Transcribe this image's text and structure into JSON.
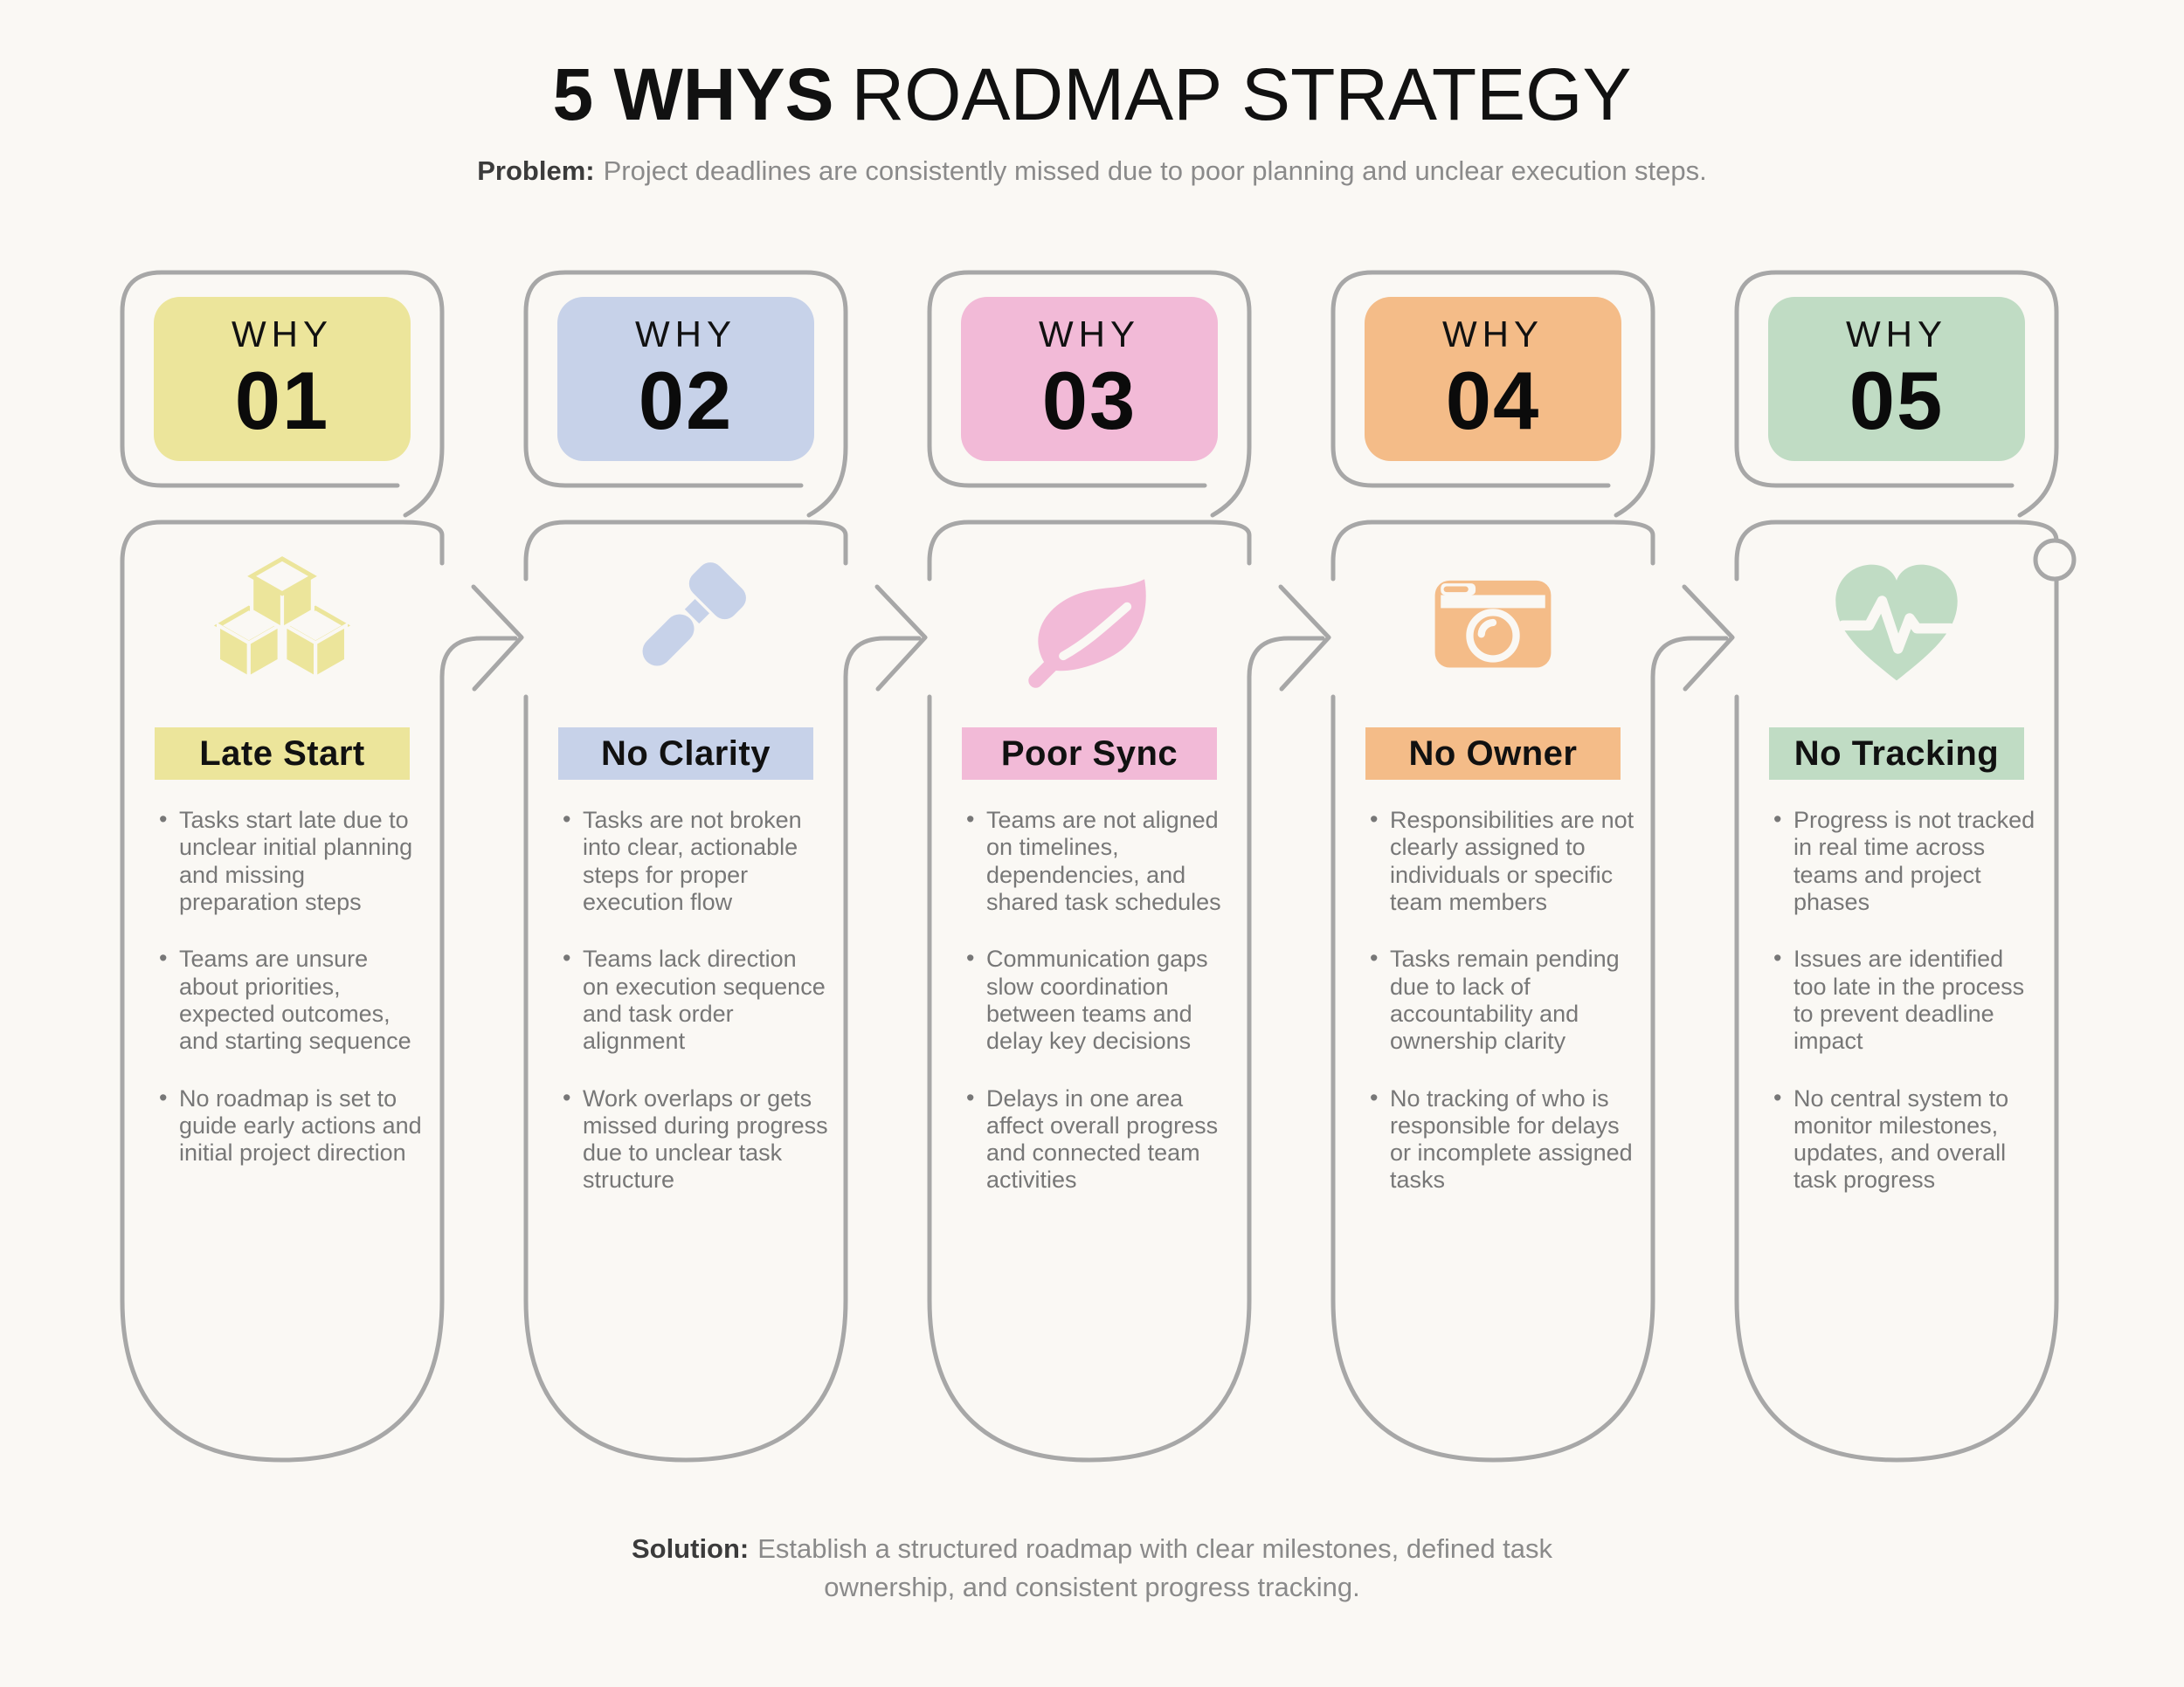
{
  "header": {
    "title_bold": "5 WHYS",
    "title_rest": "ROADMAP STRATEGY",
    "problem_label": "Problem:",
    "problem_text": "Project deadlines are consistently missed due to poor planning and unclear execution steps."
  },
  "footer": {
    "solution_label": "Solution:",
    "solution_text": "Establish a structured roadmap with clear milestones, defined task ownership, and consistent progress tracking."
  },
  "columns": [
    {
      "why_label": "WHY",
      "why_number": "01",
      "title": "Late Start",
      "icon": "cubes-icon",
      "color": "#ECE59B",
      "bullets": [
        "Tasks start late due to unclear initial planning and missing preparation steps",
        "Teams are unsure about priorities, expected outcomes, and starting sequence",
        "No roadmap is set to guide early actions and initial project direction"
      ]
    },
    {
      "why_label": "WHY",
      "why_number": "02",
      "title": "No Clarity",
      "icon": "gavel-icon",
      "color": "#C7D2E9",
      "bullets": [
        "Tasks are not broken into clear, actionable steps for proper execution flow",
        "Teams lack direction on execution sequence and task order alignment",
        "Work overlaps or gets missed during progress due to unclear task structure"
      ]
    },
    {
      "why_label": "WHY",
      "why_number": "03",
      "title": "Poor Sync",
      "icon": "leaf-icon",
      "color": "#F2BAD7",
      "bullets": [
        "Teams are not aligned on timelines, dependencies, and shared task schedules",
        "Communication gaps slow coordination between teams and delay key decisions",
        "Delays in one area affect overall progress and connected team activities"
      ]
    },
    {
      "why_label": "WHY",
      "why_number": "04",
      "title": "No Owner",
      "icon": "camera-icon",
      "color": "#F4BC88",
      "bullets": [
        "Responsibilities are not clearly assigned to individuals or specific team members",
        "Tasks remain pending due to lack of accountability and ownership clarity",
        "No tracking of who is responsible for delays or incomplete assigned tasks"
      ]
    },
    {
      "why_label": "WHY",
      "why_number": "05",
      "title": "No Tracking",
      "icon": "heart-pulse-icon",
      "color": "#C0DCC4",
      "bullets": [
        "Progress is not tracked in real time across teams and project phases",
        "Issues are identified too late in the process to prevent deadline impact",
        "No central system to monitor milestones, updates, and overall task progress"
      ]
    }
  ],
  "colors": {
    "background": "#FAF8F4",
    "outline": "#A7A7A7",
    "bullet_text": "#777777",
    "heading_text": "#111111",
    "muted_text": "#8A8A8A"
  }
}
